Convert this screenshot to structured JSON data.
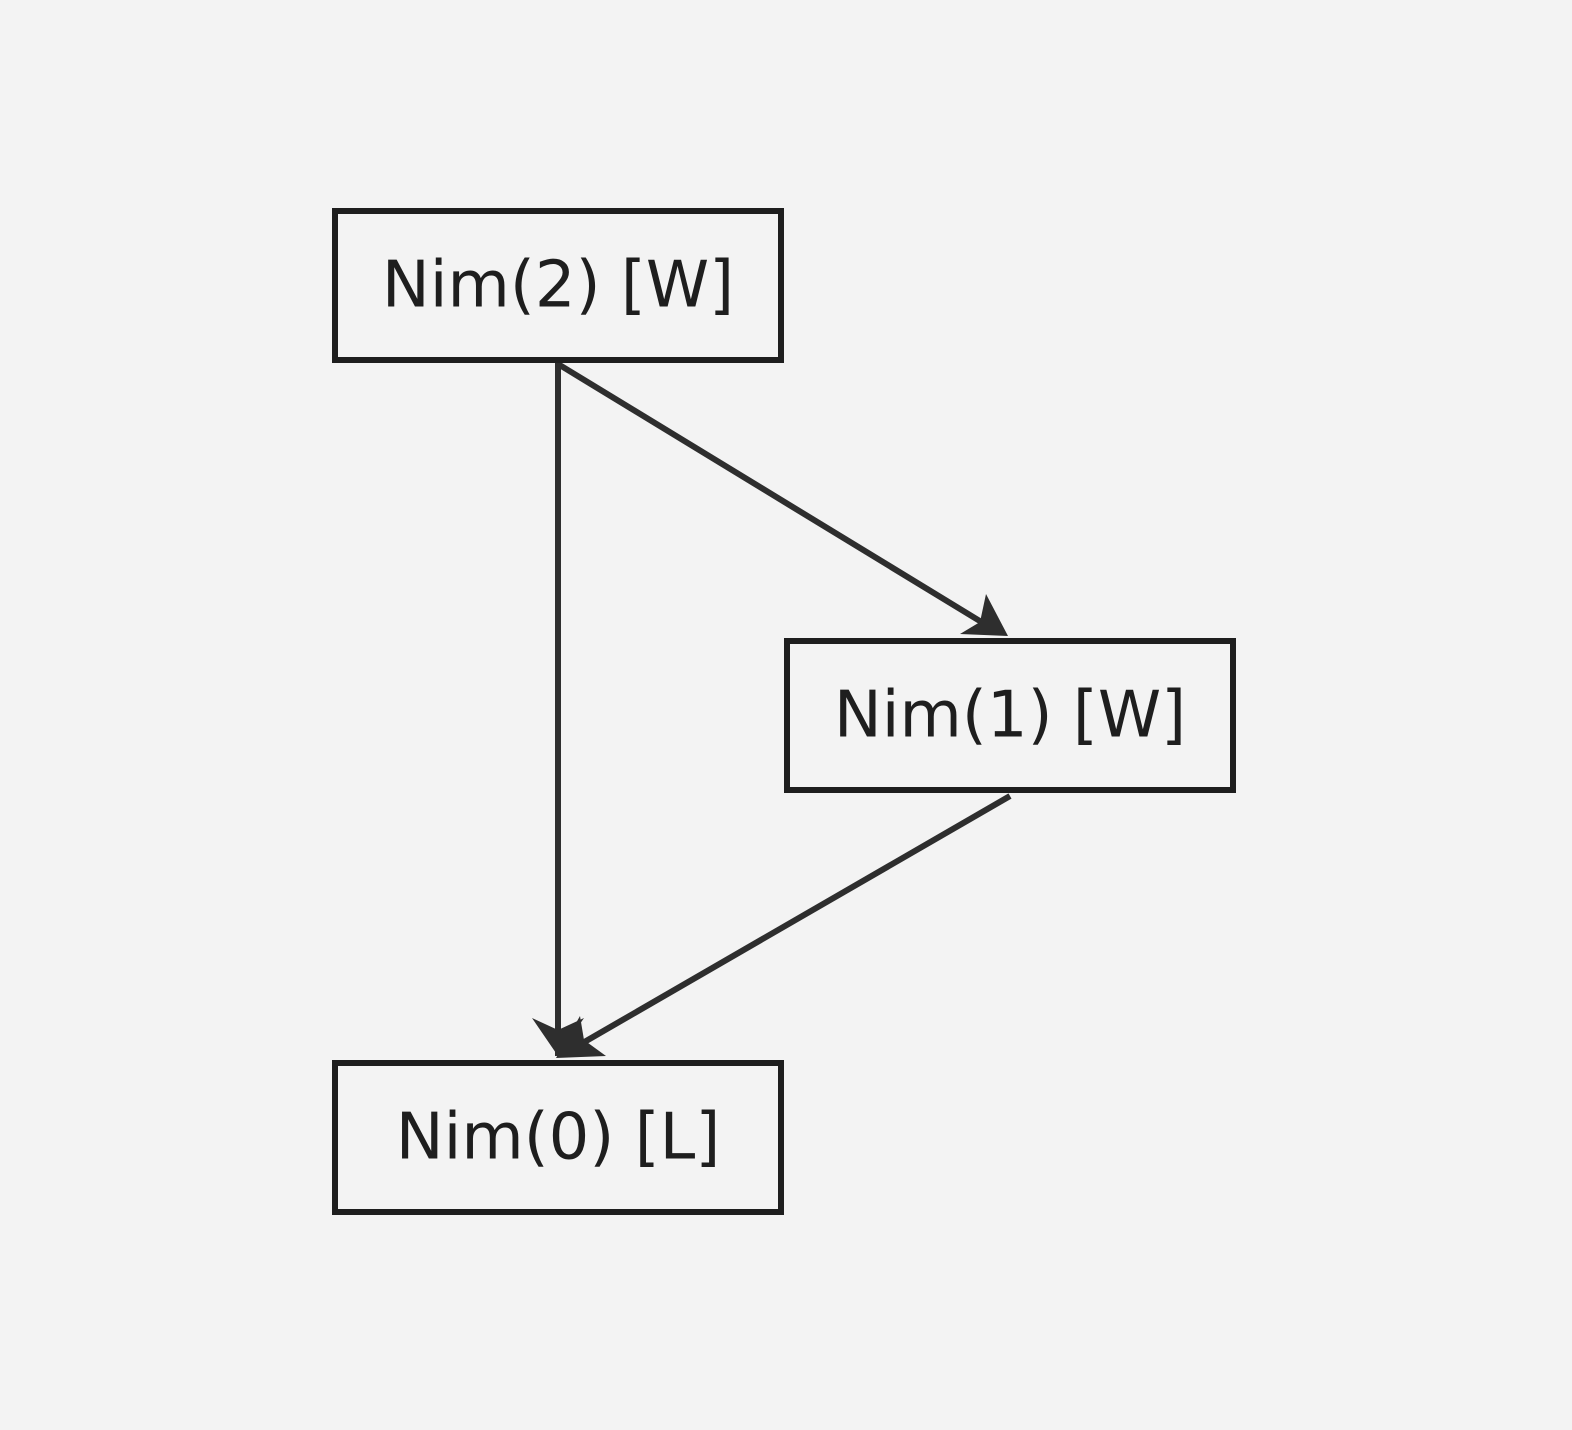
{
  "diagram": {
    "background": "#f3f3f3",
    "stroke_color": "#1e1e1e",
    "edge_color": "#2e2e2e",
    "nodes": [
      {
        "id": "n2",
        "label": "Nim(2) [W]"
      },
      {
        "id": "n1",
        "label": "Nim(1) [W]"
      },
      {
        "id": "n0",
        "label": "Nim(0) [L]"
      }
    ],
    "edges": [
      {
        "from": "n2",
        "to": "n0"
      },
      {
        "from": "n2",
        "to": "n1"
      },
      {
        "from": "n1",
        "to": "n0"
      }
    ]
  }
}
